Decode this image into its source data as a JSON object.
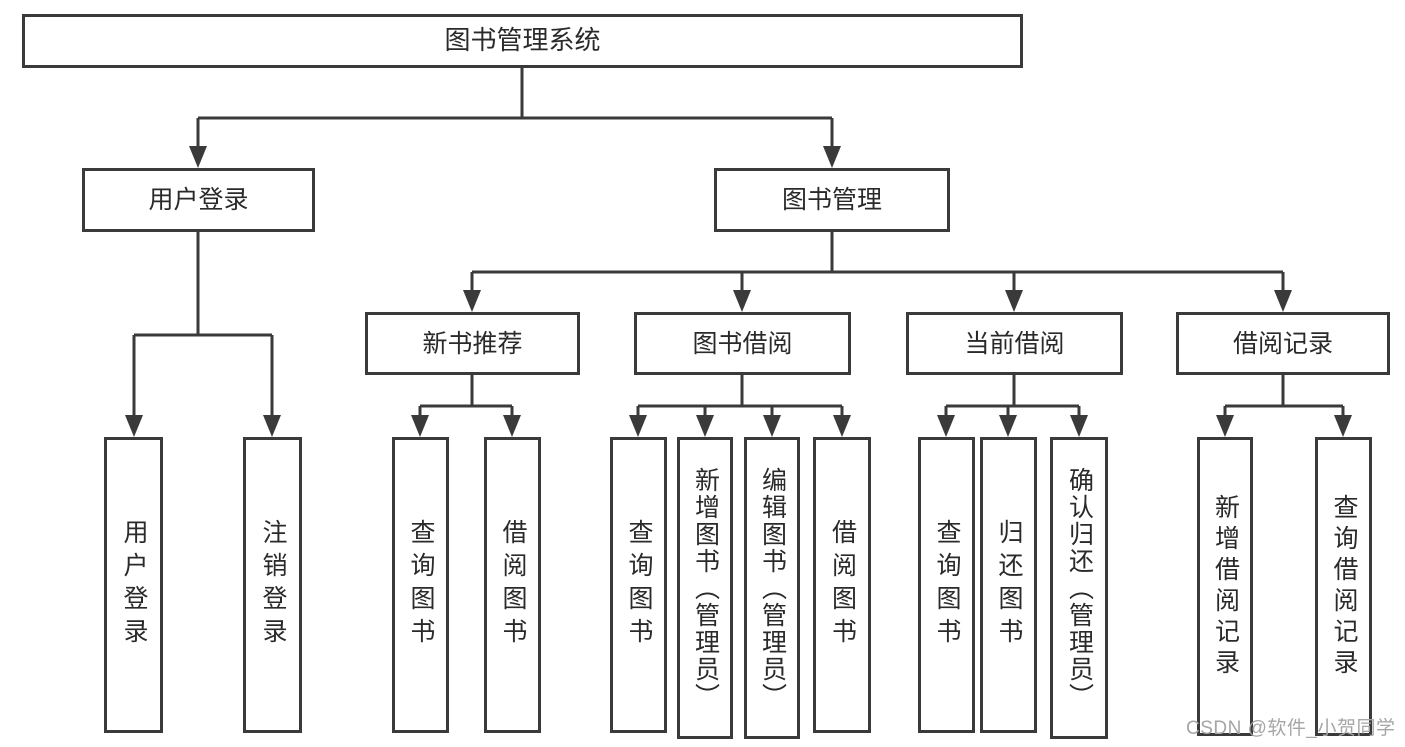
{
  "tree": {
    "root": {
      "label": "图书管理系统",
      "children": [
        {
          "label": "用户登录",
          "children": [
            {
              "label": "用户登录"
            },
            {
              "label": "注销登录"
            }
          ]
        },
        {
          "label": "图书管理",
          "children": [
            {
              "label": "新书推荐",
              "children": [
                {
                  "label": "查询图书"
                },
                {
                  "label": "借阅图书"
                }
              ]
            },
            {
              "label": "图书借阅",
              "children": [
                {
                  "label": "查询图书"
                },
                {
                  "label": "新增图书（管理员）"
                },
                {
                  "label": "编辑图书（管理员）"
                },
                {
                  "label": "借阅图书"
                }
              ]
            },
            {
              "label": "当前借阅",
              "children": [
                {
                  "label": "查询图书"
                },
                {
                  "label": "归还图书"
                },
                {
                  "label": "确认归还（管理员）"
                }
              ]
            },
            {
              "label": "借阅记录",
              "children": [
                {
                  "label": "新增借阅记录"
                },
                {
                  "label": "查询借阅记录"
                }
              ]
            }
          ]
        }
      ]
    }
  },
  "watermark": "CSDN @软件_小贺同学",
  "colors": {
    "line": "#3a3a3a",
    "text": "#2a2a2a",
    "background": "#ffffff",
    "watermark": "#a6a6a6"
  }
}
